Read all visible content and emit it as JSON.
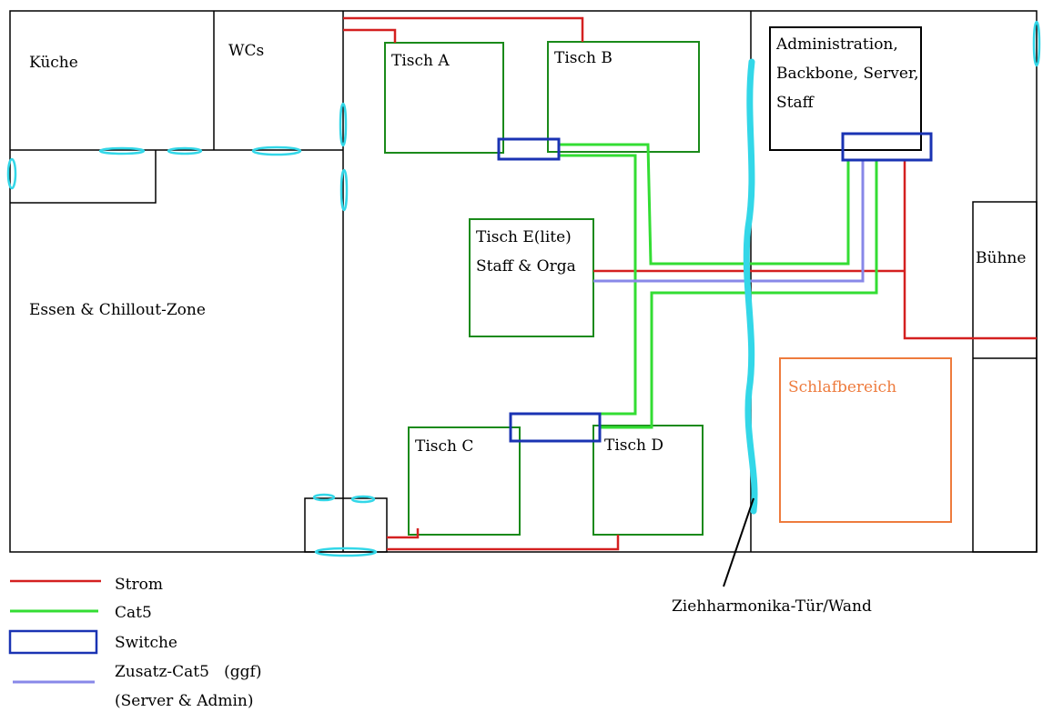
{
  "rooms": {
    "kueche": "Küche",
    "wcs": "WCs",
    "essen": "Essen & Chillout-Zone",
    "admin": [
      "Administration,",
      "Backbone, Server,",
      "Staff"
    ],
    "buehne": "Bühne",
    "schlaf": "Schlafbereich"
  },
  "tables": {
    "a": "Tisch A",
    "b": "Tisch B",
    "c": "Tisch C",
    "d": "Tisch D",
    "e": [
      "Tisch E(lite)",
      "Staff & Orga"
    ]
  },
  "annotations": {
    "door": "Ziehharmonika-Tür/Wand"
  },
  "legend": {
    "strom": "Strom",
    "cat5": "Cat5",
    "switche": "Switche",
    "zusatz": "Zusatz-Cat5   (ggf)",
    "zusatz_sub": "(Server & Admin)"
  },
  "colors": {
    "wall": "#000000",
    "table": "#1a8a1a",
    "strom": "#d42020",
    "cat5": "#33dd33",
    "switch": "#1a33b3",
    "zusatz": "#8888e8",
    "window": "#33d7e8",
    "schlaf": "#ee7b3d"
  }
}
